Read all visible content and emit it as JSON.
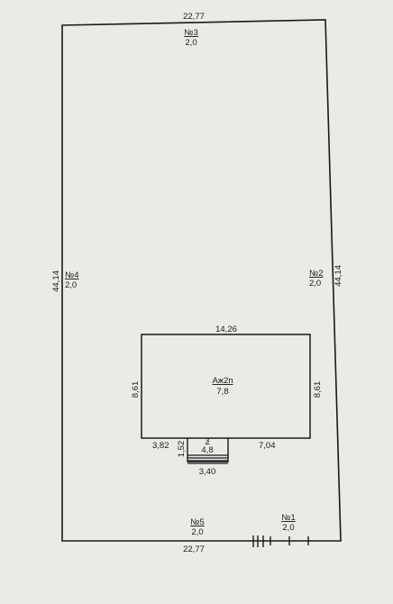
{
  "plot": {
    "top_length": "22,77",
    "bottom_length": "22,77",
    "left_length": "44,14",
    "right_length": "44,14"
  },
  "boundary_labels": {
    "n3": {
      "num": "№3",
      "val": "2,0"
    },
    "n4": {
      "num": "№4",
      "val": "2,0"
    },
    "n2": {
      "num": "№2",
      "val": "2,0"
    },
    "n5": {
      "num": "№5",
      "val": "2,0"
    },
    "n1": {
      "num": "№1",
      "val": "2,0"
    }
  },
  "building": {
    "code": "Аж2п",
    "value": "7,8",
    "top_length": "14,26",
    "left_length": "8,61",
    "right_length": "8,61",
    "bottom_left_length": "3,82",
    "bottom_right_length": "7,04"
  },
  "porch": {
    "code": "з",
    "value": "4,8",
    "depth": "1,52",
    "width": "3,40"
  }
}
